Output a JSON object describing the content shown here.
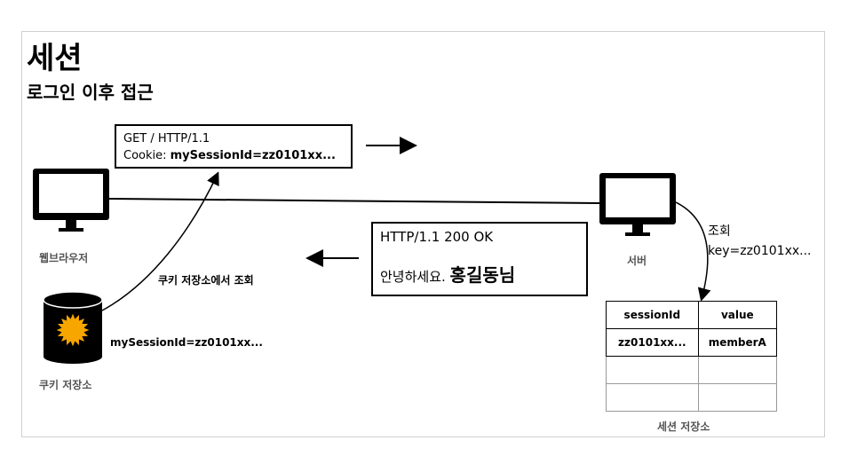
{
  "title": "세션",
  "subtitle": "로그인 이후 접근",
  "request": {
    "line1": "GET / HTTP/1.1",
    "cookie_prefix": "Cookie: ",
    "cookie_value": "mySessionId=zz0101xx..."
  },
  "response": {
    "status": "HTTP/1.1 200 OK",
    "greeting": "안녕하세요. ",
    "name": "홍길동님"
  },
  "browser_label": "웹브라우저",
  "server_label": "서버",
  "cookie_store_label": "쿠키 저장소",
  "cookie_lookup_label": "쿠키 저장소에서 조회",
  "cookie_store_value": "mySessionId=zz0101xx...",
  "server_lookup": {
    "line1": "조회",
    "line2": "key=zz0101xx..."
  },
  "session_store": {
    "label": "세션 저장소",
    "headers": [
      "sessionId",
      "value"
    ],
    "rows": [
      [
        "zz0101xx...",
        "memberA"
      ]
    ]
  },
  "colors": {
    "sun": "#f7a600"
  }
}
